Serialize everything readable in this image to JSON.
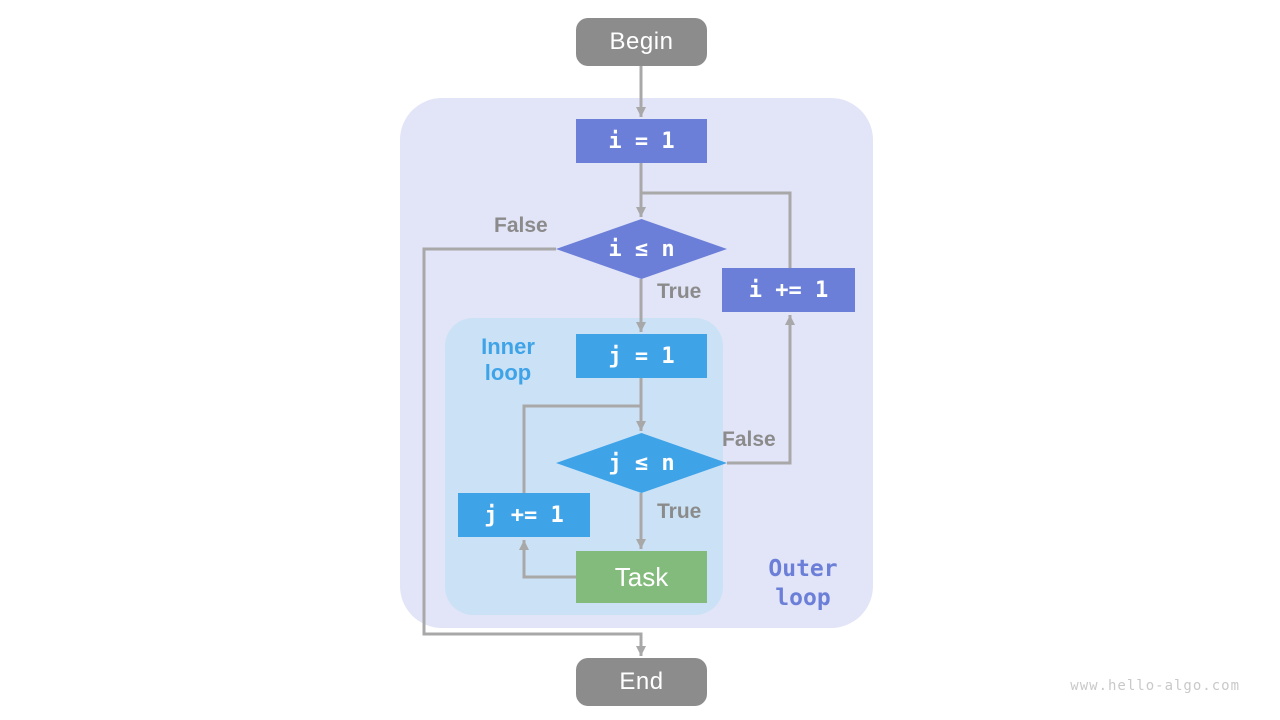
{
  "watermark": "www.hello-algo.com",
  "colors": {
    "node_gray": "#8C8C8C",
    "node_purple": "#6B7FD8",
    "node_blue": "#3FA3E8",
    "node_green": "#83BB7C",
    "region_outer_bg": "#E2E4F7",
    "region_inner_bg": "#CBE2F6",
    "line_gray": "#A8A8A8",
    "edge_label_gray": "#8B8B8B",
    "watermark_gray": "#C9C9C9",
    "text_white": "#FFFFFF"
  },
  "flowchart": {
    "nodes": {
      "begin": "Begin",
      "init_i": "i = 1",
      "cond_i": "i ≤ n",
      "inc_i": "i += 1",
      "init_j": "j = 1",
      "cond_j": "j ≤ n",
      "inc_j": "j += 1",
      "task": "Task",
      "end": "End"
    },
    "edge_labels": {
      "cond_i_false": "False",
      "cond_i_true": "True",
      "cond_j_false": "False",
      "cond_j_true": "True"
    },
    "regions": {
      "inner": {
        "line1": "Inner",
        "line2": "loop"
      },
      "outer": {
        "line1": "Outer",
        "line2": "loop"
      }
    }
  }
}
